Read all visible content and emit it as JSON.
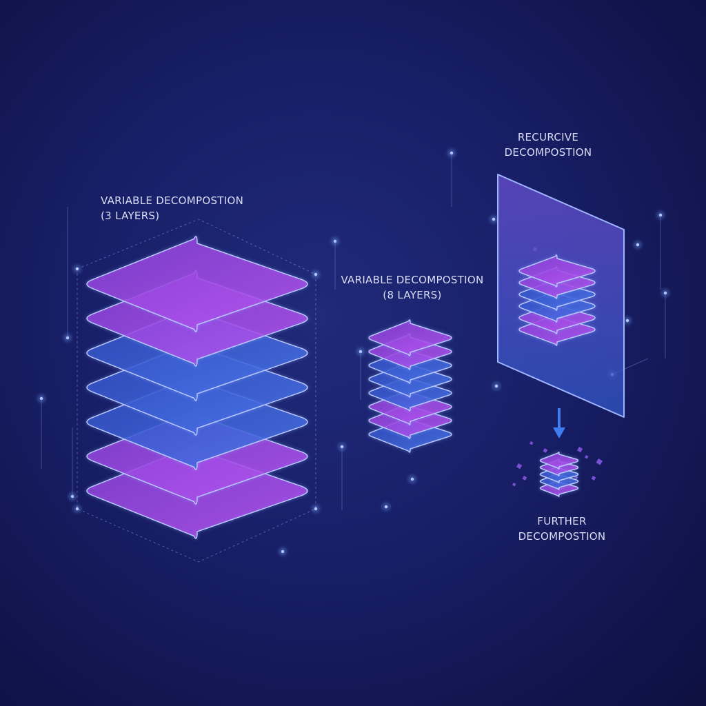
{
  "labels": {
    "var3": {
      "line1": "VARIABLE DECOMPOSTION",
      "line2": "(3 LAYERS)"
    },
    "var8": {
      "line1": "VARIABLE DECOMPOSTION",
      "line2": "(8 LAYERS)"
    },
    "recursive": {
      "line1": "RECURCIVE",
      "line2": "DECOMPOSTION"
    },
    "further": {
      "line1": "FURTHER",
      "line2": "DECOMPOSTION"
    }
  },
  "stacks": [
    {
      "name": "large-stack",
      "layers": 7
    },
    {
      "name": "medium-stack",
      "layers": 8
    },
    {
      "name": "inset-stack",
      "layers": 6
    },
    {
      "name": "small-stack",
      "layers": 5
    }
  ],
  "colors": {
    "background": "#151a5c",
    "purple": "#a046e0",
    "blue": "#3a62d8",
    "edge": "#9fb4ff",
    "arrow": "#3f7df0"
  },
  "icons": {
    "arrow": "arrow-down-icon"
  }
}
